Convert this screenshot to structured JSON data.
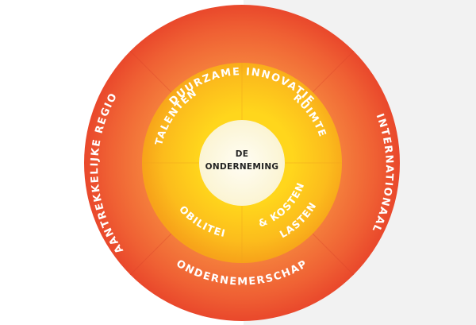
{
  "colors": {
    "outer_ring_light": "#f47a3e",
    "outer_ring_dark": "#e84a2c",
    "inner_ring_light": "#ffd21a",
    "inner_ring_dark": "#f7a21a",
    "center_fill": "#fffbe9",
    "center_text": "#222222",
    "background_right": "#f2f2f2"
  },
  "outer_ring": {
    "top": "DUURZAME INNOVATIE",
    "right": "INTERNATIONAAL",
    "bottom": "ONDERNEMERSCHAP",
    "left": "AANTREKKELIJKE REGIO"
  },
  "inner_ring": {
    "top_left": "TALENTEN",
    "top_right": "RUIMTE",
    "bottom_left": "MOBILITEIT",
    "bottom_right_line1": "LASTEN",
    "bottom_right_line2": "& KOSTEN"
  },
  "center": {
    "line1": "DE",
    "line2": "ONDERNEMING"
  }
}
